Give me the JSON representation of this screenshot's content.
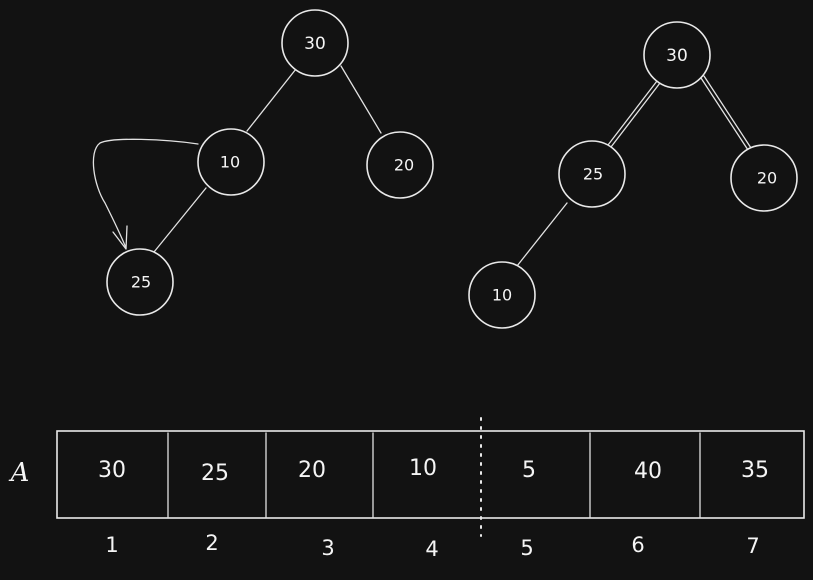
{
  "trees": {
    "before": {
      "nodes": [
        {
          "id": "b30",
          "label": "30"
        },
        {
          "id": "b10",
          "label": "10"
        },
        {
          "id": "b20",
          "label": "20"
        },
        {
          "id": "b25",
          "label": "25"
        }
      ],
      "edges": [
        [
          "b30",
          "b10"
        ],
        [
          "b30",
          "b20"
        ],
        [
          "b10",
          "b25"
        ]
      ]
    },
    "after": {
      "nodes": [
        {
          "id": "a30",
          "label": "30"
        },
        {
          "id": "a25",
          "label": "25"
        },
        {
          "id": "a20",
          "label": "20"
        },
        {
          "id": "a10",
          "label": "10"
        }
      ],
      "edges": [
        [
          "a30",
          "a25"
        ],
        [
          "a30",
          "a20"
        ],
        [
          "a25",
          "a10"
        ]
      ]
    }
  },
  "array": {
    "label": "A",
    "values": [
      "30",
      "25",
      "20",
      "10",
      "5",
      "40",
      "35"
    ],
    "indices": [
      "1",
      "2",
      "3",
      "4",
      "5",
      "6",
      "7"
    ]
  }
}
